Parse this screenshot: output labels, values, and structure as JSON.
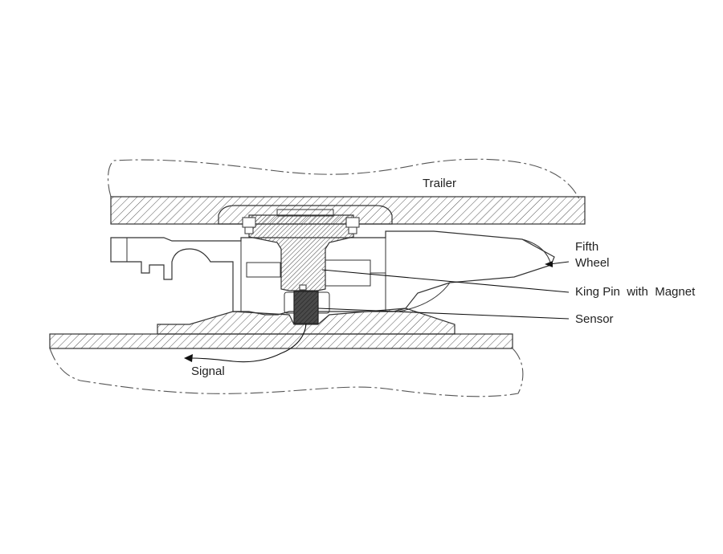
{
  "labels": {
    "trailer": "Trailer",
    "fifth_wheel_line1": "Fifth",
    "fifth_wheel_line2": "Wheel",
    "king_pin": "King Pin  with  Magnet",
    "sensor": "Sensor",
    "signal": "Signal"
  },
  "colors": {
    "line": "#333333",
    "hatch": "#555555",
    "sensor_fill": "#4a4a4a",
    "background": "#ffffff"
  }
}
